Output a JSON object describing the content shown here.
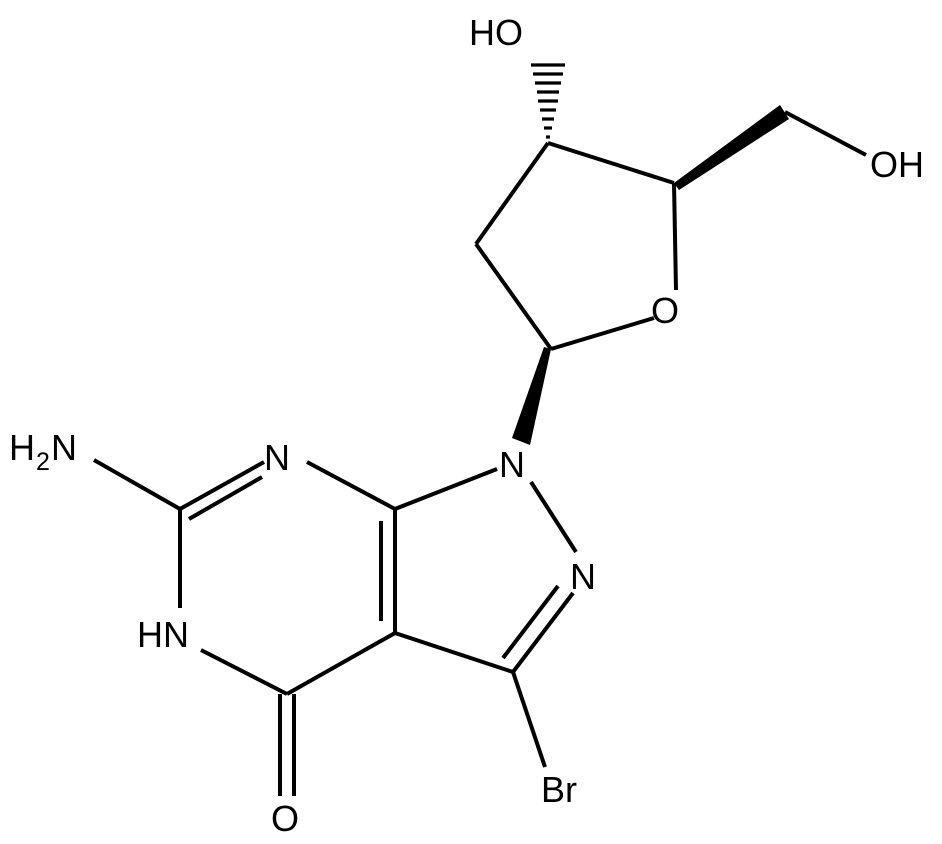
{
  "molecule": {
    "atoms": {
      "ho_top": "HO",
      "oh_right": "OH",
      "o_ring": "O",
      "n1": "N",
      "n2": "N",
      "n3": "N",
      "hn": "HN",
      "o_carbonyl": "O",
      "br": "Br",
      "amine_h": "H",
      "amine_sub": "2",
      "amine_n": "N"
    },
    "colors": {
      "bond": "#000000",
      "text": "#000000",
      "background": "#ffffff"
    }
  }
}
